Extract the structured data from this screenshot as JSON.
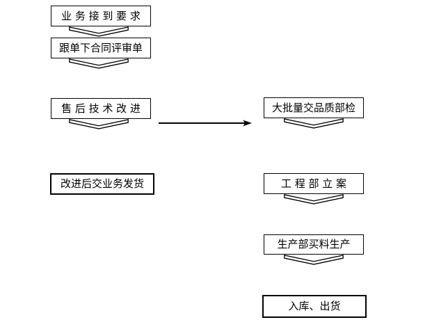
{
  "diagram": {
    "background_color": "#ffffff",
    "stroke_color": "#000000",
    "left_column": {
      "nodes": [
        {
          "id": "receive-request",
          "label": "业 务 接 到 要 求",
          "emphasized": false
        },
        {
          "id": "contract-review",
          "label": "跟单下合同评审单",
          "emphasized": false
        },
        {
          "id": "after-sales-improvement",
          "label": "售 后 技 术 改 进",
          "emphasized": false
        },
        {
          "id": "ship-after-improvement",
          "label": "改进后交业务发货",
          "emphasized": true
        }
      ]
    },
    "right_column": {
      "nodes": [
        {
          "id": "quality-inspection",
          "label": "大批量交品质部检",
          "emphasized": false
        },
        {
          "id": "engineering-filing",
          "label": "工 程 部 立 案",
          "emphasized": false
        },
        {
          "id": "production-purchase",
          "label": "生产部买料生产",
          "emphasized": false
        },
        {
          "id": "warehouse-shipment",
          "label": "入库、出货",
          "emphasized": true
        }
      ]
    },
    "connectors": [
      {
        "type": "down-chevron",
        "from": "receive-request",
        "to": "contract-review"
      },
      {
        "type": "down-chevron",
        "from": "contract-review",
        "to": "after-sales-improvement"
      },
      {
        "type": "down-chevron",
        "from": "after-sales-improvement",
        "to": "ship-after-improvement"
      },
      {
        "type": "right-arrow",
        "from": "after-sales-improvement",
        "to": "quality-inspection"
      },
      {
        "type": "down-chevron",
        "from": "quality-inspection",
        "to": "engineering-filing"
      },
      {
        "type": "down-chevron",
        "from": "engineering-filing",
        "to": "production-purchase"
      },
      {
        "type": "down-chevron",
        "from": "production-purchase",
        "to": "warehouse-shipment"
      }
    ]
  }
}
